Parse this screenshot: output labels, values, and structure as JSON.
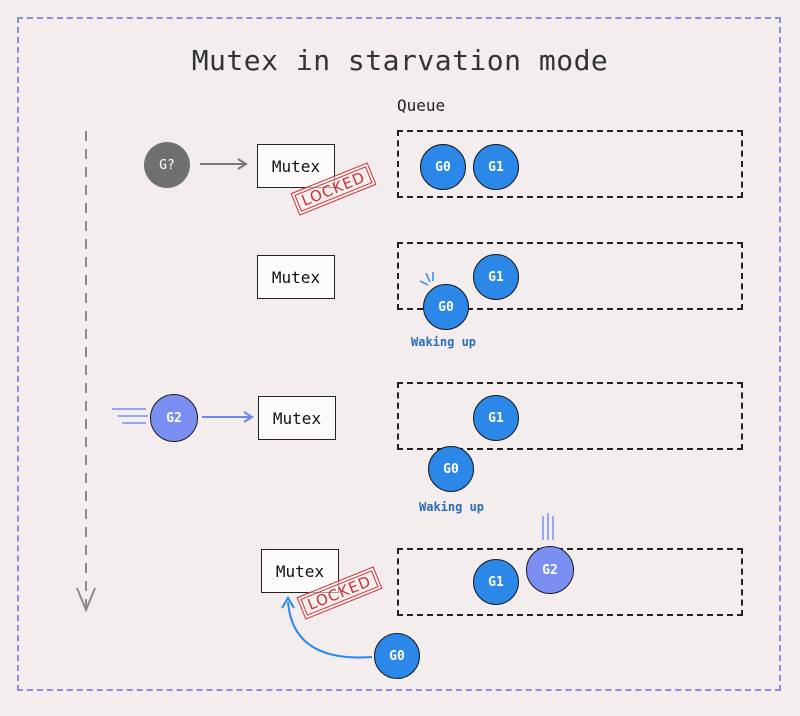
{
  "title": "Mutex in starvation mode",
  "queue_label": "Queue",
  "mutex_label": "Mutex",
  "locked_label": "LOCKED",
  "waking_label": "Waking up",
  "goroutines": {
    "unknown": "G?",
    "g0": "G0",
    "g1": "G1",
    "g2": "G2"
  },
  "colors": {
    "goroutine_blue": "#2b88e8",
    "goroutine_new": "#7b8ef2",
    "goroutine_unknown": "#707070",
    "locked_red": "#c8323b",
    "frame_border": "#8e8ee0"
  }
}
